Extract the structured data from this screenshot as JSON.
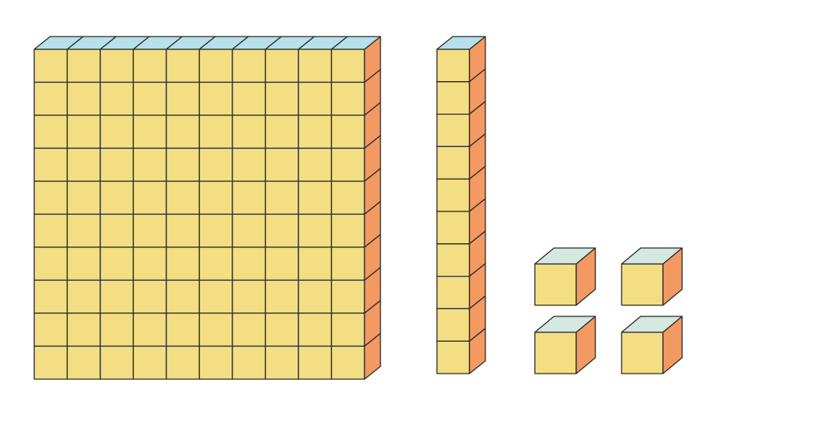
{
  "diagram": {
    "type": "base-ten-blocks",
    "hundreds": 1,
    "tens": 1,
    "ones": 4,
    "colors": {
      "front": "#F3DE84",
      "top_flat": "#B6E1EC",
      "top_unit": "#D3E8DF",
      "side": "#F29A62",
      "stroke": "#2a2a2a",
      "background": "#FFFFFF"
    }
  }
}
